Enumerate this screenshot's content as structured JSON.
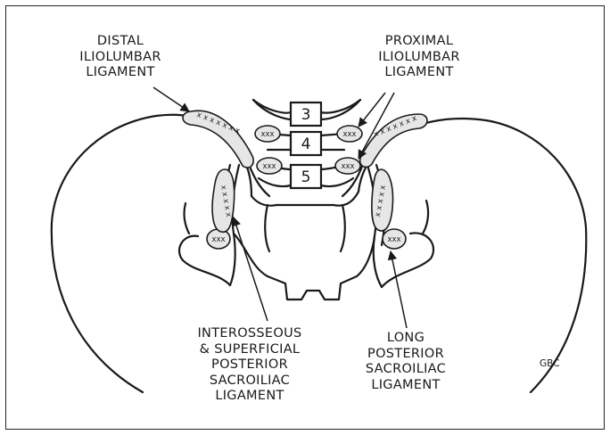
{
  "labels": {
    "distal_iliolumbar": "DISTAL\nILIOLUMBAR\nLIGAMENT",
    "proximal_iliolumbar": "PROXIMAL\nILIOLUMBAR\nLIGAMENT",
    "interosseous_superficial": "INTEROSSEOUS\n& SUPERFICIAL\nPOSTERIOR\nSACROILIAC\nLIGAMENT",
    "long_posterior": "LONG\nPOSTERIOR\nSACROILIAC\nLIGAMENT"
  },
  "vertebrae": [
    "3",
    "4",
    "5"
  ],
  "credit": "GBC",
  "ligament_marks": {
    "pair": "xxx",
    "distal_band": "x x x x x x x",
    "sacroiliac_band": "x x x x x"
  },
  "colors": {
    "line": "#1a1a1a",
    "ligament_fill": "#e6e6e6",
    "background": "#ffffff"
  }
}
